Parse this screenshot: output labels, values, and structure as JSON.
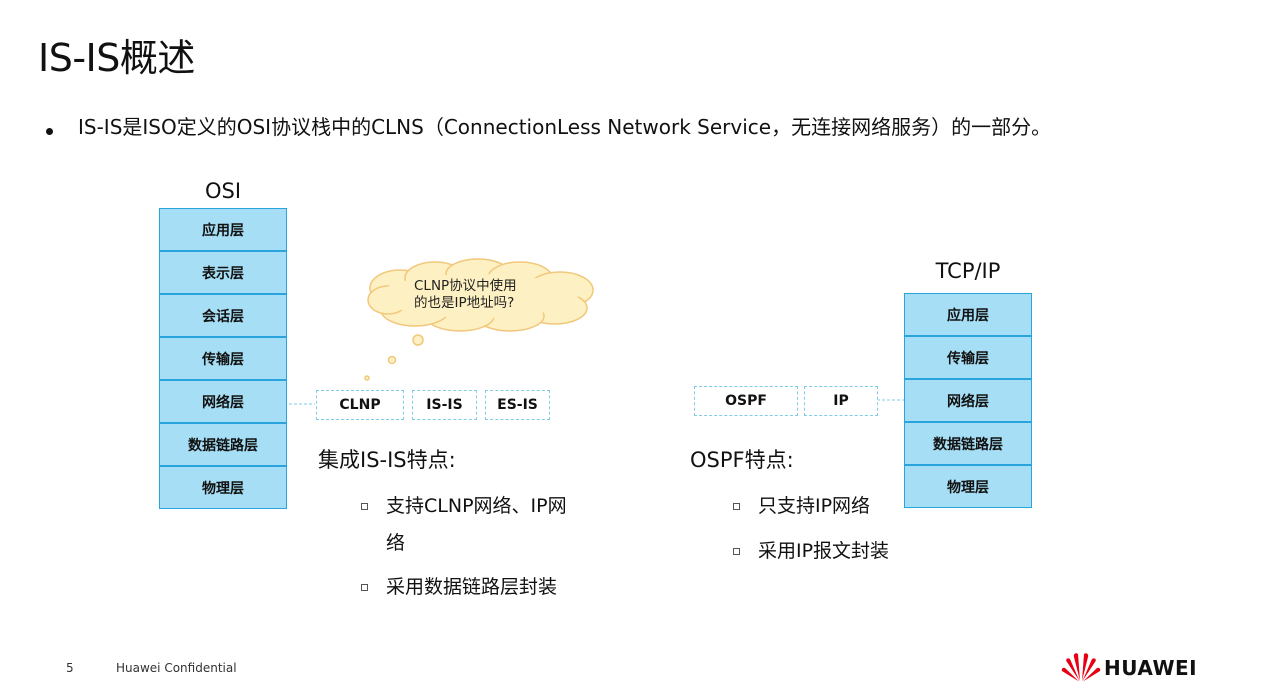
{
  "slide": {
    "title": "IS-IS概述",
    "bullet": "IS-IS是ISO定义的OSI协议栈中的CLNS（ConnectionLess Network Service，无连接网络服务）的一部分。"
  },
  "osi": {
    "title": "OSI",
    "layers": [
      "应用层",
      "表示层",
      "会话层",
      "传输层",
      "网络层",
      "数据链路层",
      "物理层"
    ],
    "protocols": [
      "CLNP",
      "IS-IS",
      "ES-IS"
    ],
    "thought_bubble": [
      "CLNP协议中使用",
      "的也是IP地址吗?"
    ]
  },
  "tcpip": {
    "title": "TCP/IP",
    "layers": [
      "应用层",
      "传输层",
      "网络层",
      "数据链路层",
      "物理层"
    ],
    "protocols": [
      "OSPF",
      "IP"
    ]
  },
  "isis_features": {
    "title": "集成IS-IS特点:",
    "items": [
      "支持CLNP网络、IP网",
      "络",
      "采用数据链路层封装"
    ]
  },
  "ospf_features": {
    "title": "OSPF特点:",
    "items": [
      "只支持IP网络",
      "采用IP报文封装"
    ]
  },
  "footer": {
    "page_number": "5",
    "confidential": "Huawei Confidential",
    "brand": "HUAWEI"
  },
  "colors": {
    "layer_fill": "#a6dff5",
    "layer_border": "#2aa4dc",
    "cloud_fill": "#fdf1c4",
    "cloud_stroke": "#f2c77a",
    "logo_red": "#e60012"
  }
}
